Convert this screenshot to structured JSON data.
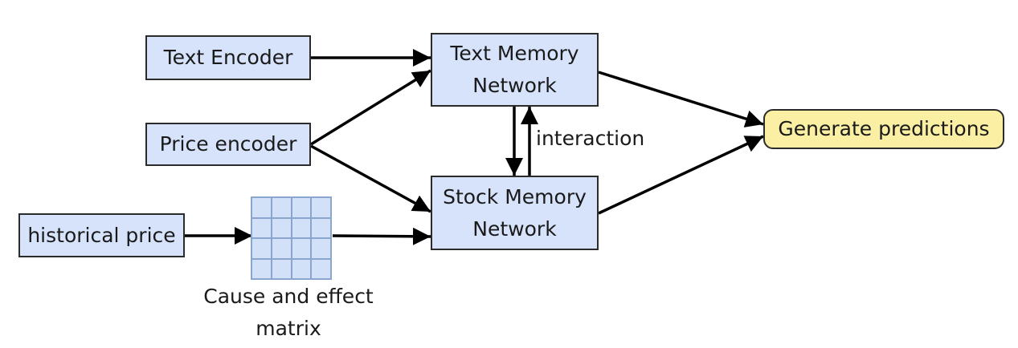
{
  "nodes": {
    "text_encoder": "Text Encoder",
    "price_encoder": "Price encoder",
    "historical_price": "historical price",
    "text_memory": "Text Memory Network",
    "stock_memory": "Stock Memory Network",
    "generate": "Generate predictions"
  },
  "labels": {
    "interaction": "interaction",
    "matrix_caption": "Cause and effect matrix"
  },
  "colors": {
    "box_fill": "#d6e3fb",
    "output_fill": "#fbefa3",
    "matrix_fill": "#d3e1f8"
  }
}
